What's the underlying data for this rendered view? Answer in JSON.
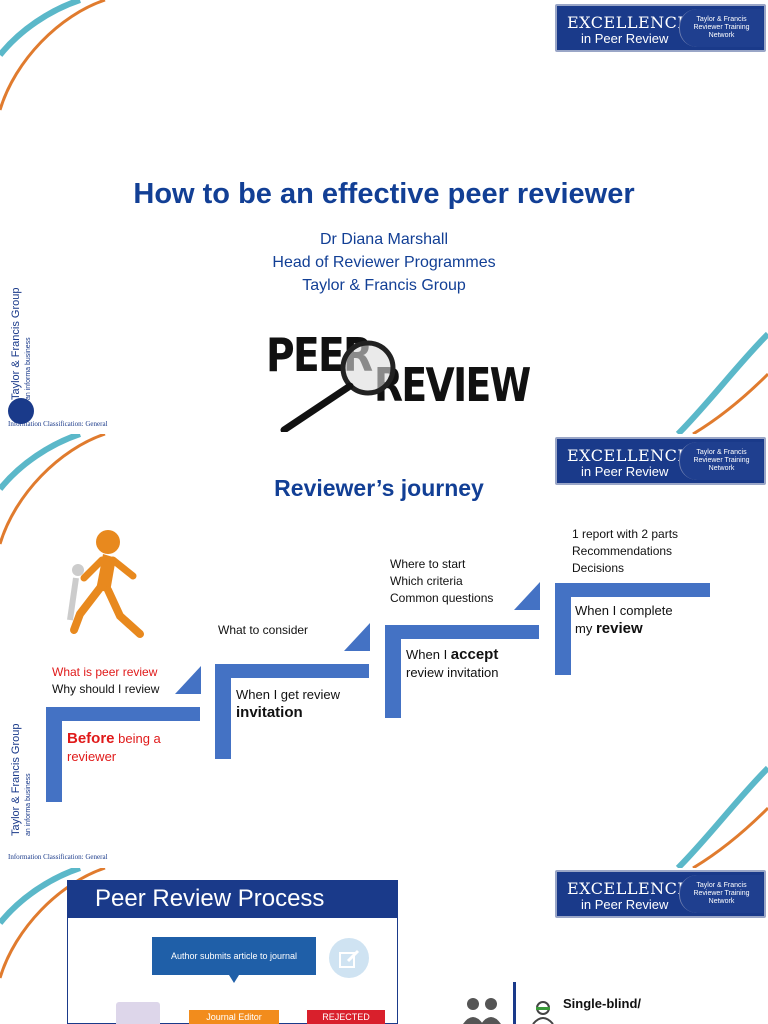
{
  "logo": {
    "excellence": "EXCELLENCE",
    "in_peer_review": "in Peer Review",
    "network": "Taylor & Francis Reviewer Training Network"
  },
  "brand": {
    "group": "Taylor & Francis Group",
    "informa": "an informa business"
  },
  "classification": "Information Classification: General",
  "slide1": {
    "title": "How to be an effective peer reviewer",
    "speaker": "Dr Diana Marshall",
    "role": "Head of Reviewer Programmes",
    "org": "Taylor & Francis Group",
    "image_peer": "PEER",
    "image_review": "REVIEW"
  },
  "slide2": {
    "title": "Reviewer’s journey",
    "steps": [
      {
        "top_lines": [
          "What is peer review",
          "Why should I review"
        ],
        "caption_bold": "Before",
        "caption_rest": " being a reviewer"
      },
      {
        "top_lines": [
          "What to consider"
        ],
        "caption_pre": "When I get review",
        "caption_bold": "invitation"
      },
      {
        "top_lines": [
          "Where to start",
          "Which criteria",
          "Common questions"
        ],
        "caption_pre": "When I ",
        "caption_bold": "accept",
        "caption_rest": "review invitation"
      },
      {
        "top_lines": [
          "1 report with 2 parts",
          "Recommendations",
          "Decisions"
        ],
        "caption_pre": "When I complete",
        "caption_mid": "my ",
        "caption_bold": "review"
      }
    ]
  },
  "slide3": {
    "title": "Peer Review Process",
    "box_author": "Author submits article to journal",
    "box_editor": "Journal Editor",
    "box_rejected": "REJECTED",
    "single_blind": "Single-blind/"
  },
  "colors": {
    "navy": "#123f95",
    "step_blue": "#4472c4",
    "red": "#e01a1a",
    "teal": "#5bb8c9",
    "orange": "#e07b2e"
  }
}
